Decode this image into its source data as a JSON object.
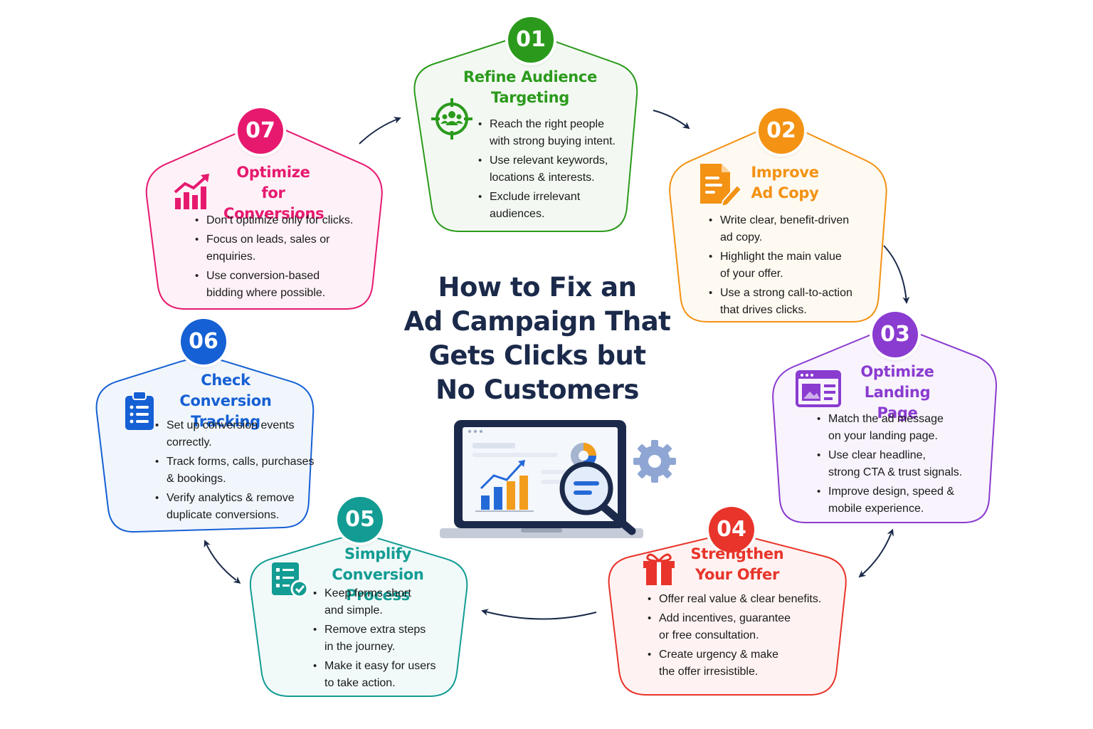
{
  "title_lines": [
    "How to Fix an",
    "Ad Campaign That",
    "Gets Clicks but",
    "No Customers"
  ],
  "colors": {
    "title": "#1b2a4a",
    "step1": "#2b9a1c",
    "step2": "#f39213",
    "step3": "#8a3bd0",
    "step4": "#e8342a",
    "step5": "#139c93",
    "step6": "#1560d4",
    "step7": "#e6196f"
  },
  "steps": [
    {
      "number": "01",
      "title_lines": [
        "Refine Audience",
        "Targeting"
      ],
      "icon": "target-audience-icon",
      "points": [
        [
          "Reach the right people",
          "with strong buying intent."
        ],
        [
          "Use relevant keywords,",
          "locations & interests."
        ],
        [
          "Exclude irrelevant",
          "audiences."
        ]
      ]
    },
    {
      "number": "02",
      "title_lines": [
        "Improve",
        "Ad Copy"
      ],
      "icon": "document-edit-icon",
      "points": [
        [
          "Write clear, benefit-driven",
          "ad copy."
        ],
        [
          "Highlight the main value",
          "of your offer."
        ],
        [
          "Use a strong call-to-action",
          "that drives clicks."
        ]
      ]
    },
    {
      "number": "03",
      "title_lines": [
        "Optimize",
        "Landing Page"
      ],
      "icon": "browser-window-icon",
      "points": [
        [
          "Match the ad message",
          "on your landing page."
        ],
        [
          "Use clear headline,",
          "strong CTA & trust signals."
        ],
        [
          "Improve design, speed &",
          "mobile experience."
        ]
      ]
    },
    {
      "number": "04",
      "title_lines": [
        "Strengthen",
        "Your Offer"
      ],
      "icon": "gift-icon",
      "points": [
        [
          "Offer real value & clear benefits."
        ],
        [
          "Add incentives, guarantee",
          "or free consultation."
        ],
        [
          "Create urgency & make",
          "the offer irresistible."
        ]
      ]
    },
    {
      "number": "05",
      "title_lines": [
        "Simplify Conversion",
        "Process"
      ],
      "icon": "checklist-icon",
      "points": [
        [
          "Keep forms short",
          "and simple."
        ],
        [
          "Remove extra steps",
          "in the journey."
        ],
        [
          "Make it easy for users",
          "to take action."
        ]
      ]
    },
    {
      "number": "06",
      "title_lines": [
        "Check Conversion",
        "Tracking"
      ],
      "icon": "clipboard-list-icon",
      "points": [
        [
          "Set up conversion events",
          "correctly."
        ],
        [
          "Track forms, calls, purchases",
          "& bookings."
        ],
        [
          "Verify analytics & remove",
          "duplicate conversions."
        ]
      ]
    },
    {
      "number": "07",
      "title_lines": [
        "Optimize for",
        "Conversions"
      ],
      "icon": "growth-chart-icon",
      "points": [
        [
          "Don’t optimize only for clicks."
        ],
        [
          "Focus on leads, sales or",
          "enquiries."
        ],
        [
          "Use conversion-based",
          "bidding where possible."
        ]
      ]
    }
  ],
  "center_illustration": {
    "icons": [
      "laptop-icon",
      "bar-chart-icon",
      "pie-chart-icon",
      "magnifier-icon",
      "gear-icon"
    ]
  }
}
